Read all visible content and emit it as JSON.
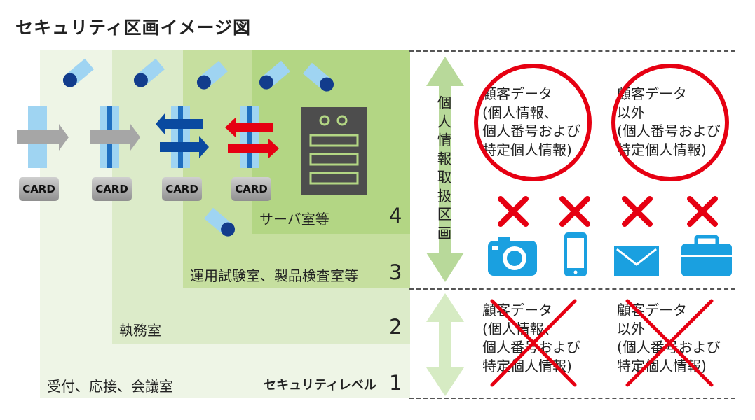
{
  "title": "セキュリティ区画イメージ図",
  "zones": [
    {
      "level": "1",
      "name": "受付、応接、会議室",
      "label": "セキュリティレベル"
    },
    {
      "level": "2",
      "name": "執務室"
    },
    {
      "level": "3",
      "name": "運用試験室、製品検査室等"
    },
    {
      "level": "4",
      "name": "サーバ室等"
    }
  ],
  "card_label": "CARD",
  "vertical_label": "個人情報取扱区画",
  "data_blocks": {
    "customer": [
      "顧客データ",
      "(個人情報、",
      "個人番号および",
      "特定個人情報)"
    ],
    "other": [
      "顧客データ",
      "以外",
      "(個人番号および",
      "特定個人情報)"
    ]
  },
  "prohibited_items": [
    "camera-icon",
    "smartphone-icon",
    "mail-icon",
    "briefcase-icon"
  ],
  "colors": {
    "zone1": "#eef5e6",
    "zone2": "#dcebc9",
    "zone3": "#c6df9f",
    "zone4": "#b3d684",
    "arrow_green": "#b8d99a",
    "red": "#e60012",
    "blue_icon": "#1aa0e0",
    "navy_arrow": "#0a4aa0",
    "server": "#4d4d4d"
  }
}
